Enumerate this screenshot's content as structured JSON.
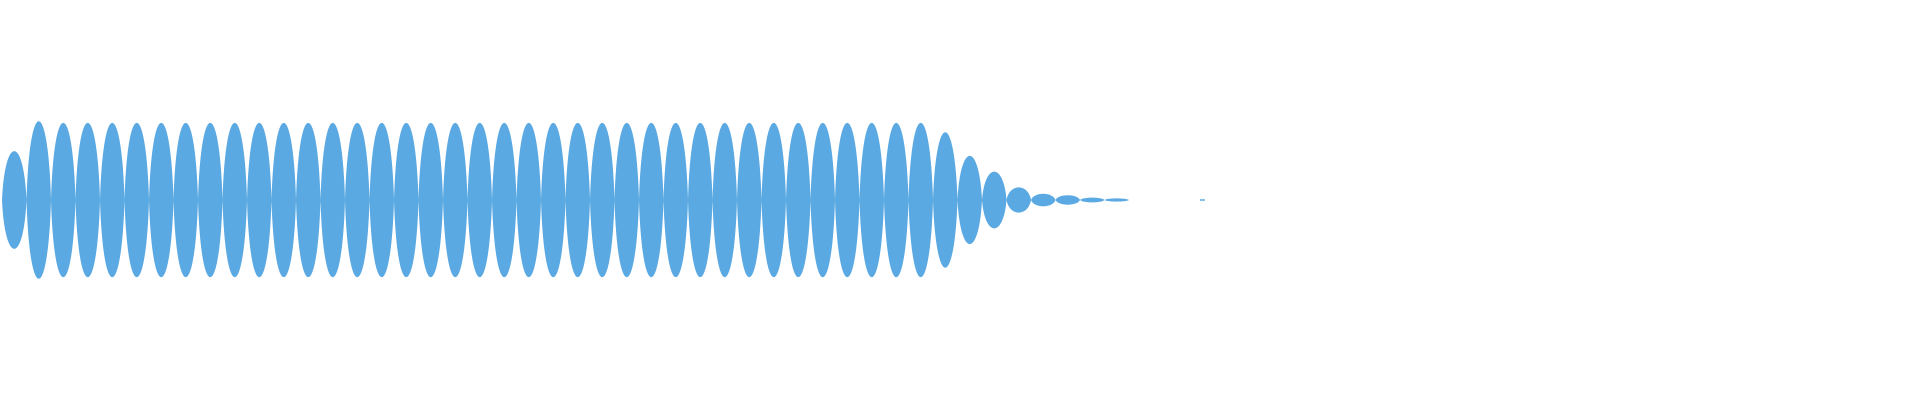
{
  "waveform": {
    "color": "#5aa9e2",
    "background": "#ffffff",
    "lobe_count": 38,
    "decay_lobes": 8,
    "sustain_level": 0.98,
    "attack_start_level": 0.62,
    "decay_levels": [
      0.86,
      0.56,
      0.36,
      0.16,
      0.08,
      0.06,
      0.03,
      0.02
    ],
    "active_fraction": 0.625
  }
}
